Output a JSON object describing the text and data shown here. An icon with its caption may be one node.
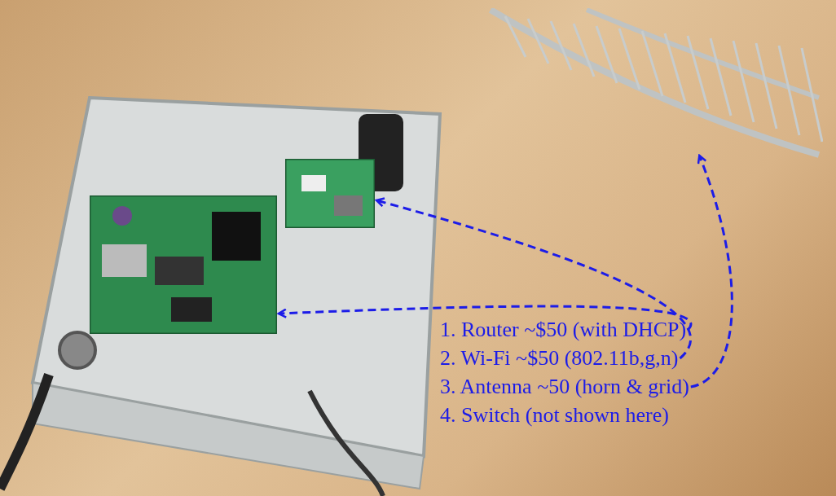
{
  "diagram": {
    "nodes": [
      {
        "text": [
          "1. Router ~$50 (with DHCP)"
        ]
      },
      {
        "text": [
          "2. Wi-Fi ~$50 (802.11b,g,n)"
        ]
      },
      {
        "text": [
          "3. Antenna ~50 (horn & grid)"
        ]
      },
      {
        "text": [],
        "shape": "picture"
      },
      {
        "text": [],
        "shape": "picture"
      },
      {
        "text": [],
        "shape": "picture"
      }
    ],
    "edges": [
      {
        "from": 0,
        "to": 3,
        "arrow": "to",
        "style": "dashed"
      },
      {
        "from": 1,
        "to": 4,
        "arrow": "to",
        "style": "dashed"
      },
      {
        "from": 2,
        "to": 5,
        "arrow": "to",
        "style": "dashed"
      }
    ],
    "labels": [
      "4. Switch (not shown here)"
    ]
  }
}
